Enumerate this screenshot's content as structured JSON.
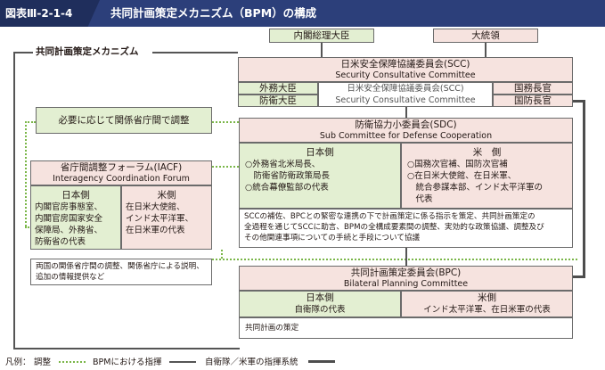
{
  "header": {
    "figure_number": "図表Ⅲ-2-1-4",
    "title": "共同計画策定メカニズム（BPM）の構成"
  },
  "top": {
    "cabinet": "内閣総理大臣",
    "president": "大統領"
  },
  "mechanism_label": "共同計画策定メカニズム",
  "scc": {
    "title_jp": "日米安全保障協議委員会(SCC)",
    "title_en": "Security Consultative Committee",
    "left_members": [
      "外務大臣",
      "防衛大臣"
    ],
    "right_members": [
      "国務長官",
      "国防長官"
    ],
    "center_jp": "日米安全保障協議委員会(SCC)",
    "center_en": "Security Consultative Committee"
  },
  "note_box": "必要に応じて関係省庁間で調整",
  "sdc": {
    "title_jp": "防衛協力小委員会(SDC)",
    "title_en": "Sub Committee for Defense Cooperation",
    "japan_head": "日本側",
    "japan_items": [
      "○外務省北米局長、",
      "　防衛省防衛政策局長",
      "○統合幕僚監部の代表"
    ],
    "us_head": "米　側",
    "us_items": [
      "○国務次官補、国防次官補",
      "○在日米大使館、在日米軍、",
      "　統合参謀本部、インド太平洋軍の",
      "　代表"
    ],
    "description": [
      "SCCの補佐、BPCとの緊密な連携の下で計画策定に係る指示を策定、共同計画策定の",
      "全過程を通じてSCCに助言、BPMの全構成要素間の調整、実効的な政策協議、調整及び",
      "その他関連事項についての手続と手段について協議"
    ]
  },
  "iacf": {
    "title_jp": "省庁間調整フォーラム(IACF)",
    "title_en": "Interagency Coordination Forum",
    "japan_head": "日本側",
    "japan_items": [
      "内閣官房事態室、",
      "内閣官房国家安全",
      "保障局、外務省、",
      "防衛省の代表"
    ],
    "us_head": "米側",
    "us_items": [
      "在日米大使館、",
      "インド太平洋軍、",
      "在日米軍の代表"
    ],
    "description": [
      "両国の関係省庁間の調整、関係省庁による説明、",
      "追加の情報提供など"
    ]
  },
  "bpc": {
    "title_jp": "共同計画策定委員会(BPC)",
    "title_en": "Bilateral Planning Committee",
    "japan_head": "日本側",
    "japan_item": "自衛隊の代表",
    "us_head": "米側",
    "us_item": "インド太平洋軍、在日米軍の代表",
    "description": "共同計画の策定"
  },
  "legend": {
    "label": "凡例：",
    "coordination": "調整",
    "bpm_direction": "BPMにおける指揮",
    "command": "自衛隊／米軍の指揮系統"
  },
  "colors": {
    "header": "#2c3f7a",
    "green": "#e3efd2",
    "pink": "#f6e3df",
    "dotted": "#7ab648"
  }
}
